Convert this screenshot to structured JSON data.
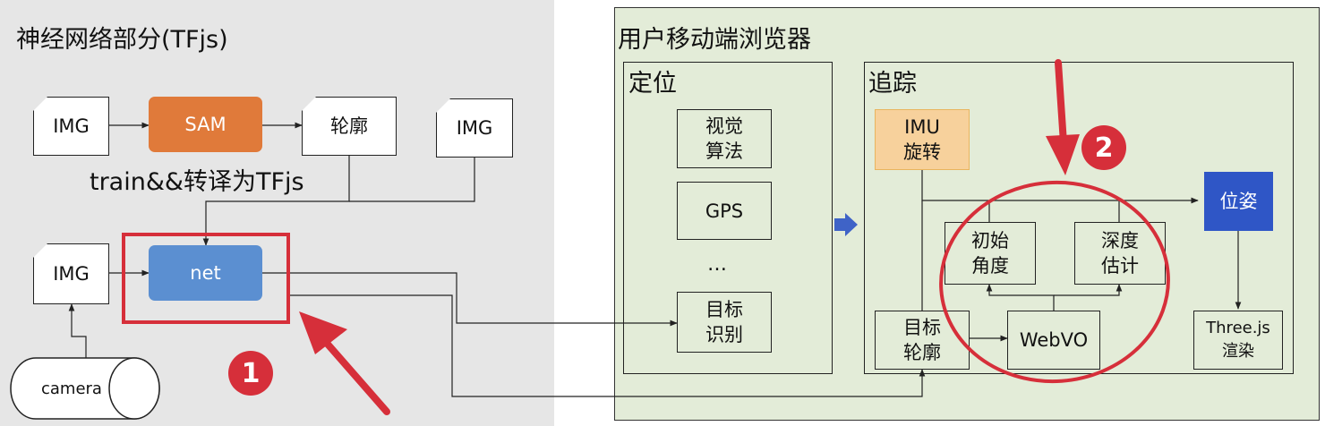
{
  "left_section": {
    "title": "神经网络部分(TFjs)"
  },
  "right_section": {
    "title": "用户移动端浏览器"
  },
  "localization": {
    "title": "定位",
    "items": [
      "视觉\n算法",
      "GPS",
      "…",
      "目标\n识别"
    ]
  },
  "tracking": {
    "title": "追踪",
    "imu": "IMU\n旋转",
    "pose": "位姿",
    "init_angle": "初始\n角度",
    "depth": "深度\n估计",
    "target_contour": "目标\n轮廓",
    "webvo": "WebVO",
    "threejs": "Three.js\n渲染"
  },
  "nn": {
    "img1": "IMG",
    "sam": "SAM",
    "contour": "轮廓",
    "img2": "IMG",
    "train_label": "train&&转译为TFjs",
    "img3": "IMG",
    "net": "net",
    "camera": "camera"
  },
  "markers": {
    "one": "1",
    "two": "2"
  },
  "colors": {
    "sam": "#e07a3a",
    "net": "#5b8fd1",
    "imu": "#f7d19c",
    "pose": "#2f56c6",
    "highlight": "#d62f3a",
    "left_bg": "#e6e6e6",
    "right_bg": "#e3ecd8"
  }
}
